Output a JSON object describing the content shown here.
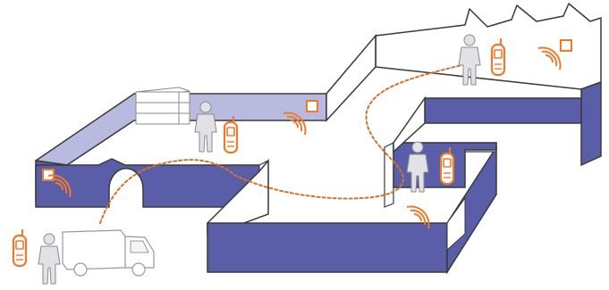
{
  "scene": {
    "colors": {
      "wall_dark": "#5a5ea8",
      "wall_light": "#b8bae0",
      "wall_white": "#ffffff",
      "outline": "#3a3a3a",
      "signal": "#f07a2a",
      "path": "#d4722c",
      "person": "#d8d8dc",
      "person_outline": "#8a8a90"
    },
    "icons": [
      "building-walls",
      "factory-sawtooth-roof",
      "storage-shelves",
      "delivery-truck",
      "worker-person",
      "mobile-reader-device",
      "wireless-tag",
      "movement-path"
    ]
  }
}
